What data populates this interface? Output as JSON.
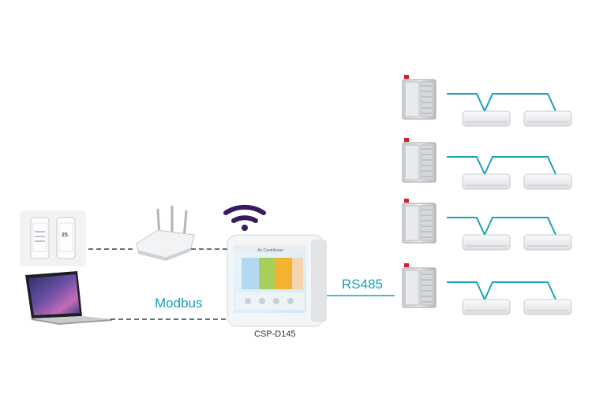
{
  "labels": {
    "protocol_left": "Modbus",
    "protocol_right": "RS485",
    "device_model": "CSP-D145",
    "panel_header": "Air Conditioner",
    "phone_temp": "25."
  },
  "colors": {
    "accent": "#1aa0b8",
    "wifi": "#3a1a5e",
    "wire_dash": "#2f4a44",
    "unit_body": "#e9eaec",
    "brand_red": "#d2202a"
  },
  "icons": [
    "wifi-icon",
    "router-icon",
    "laptop-icon",
    "phone-icon",
    "touch-panel",
    "outdoor-unit",
    "indoor-unit"
  ],
  "outdoor_rows": 4,
  "indoor_units_per_row": 2
}
